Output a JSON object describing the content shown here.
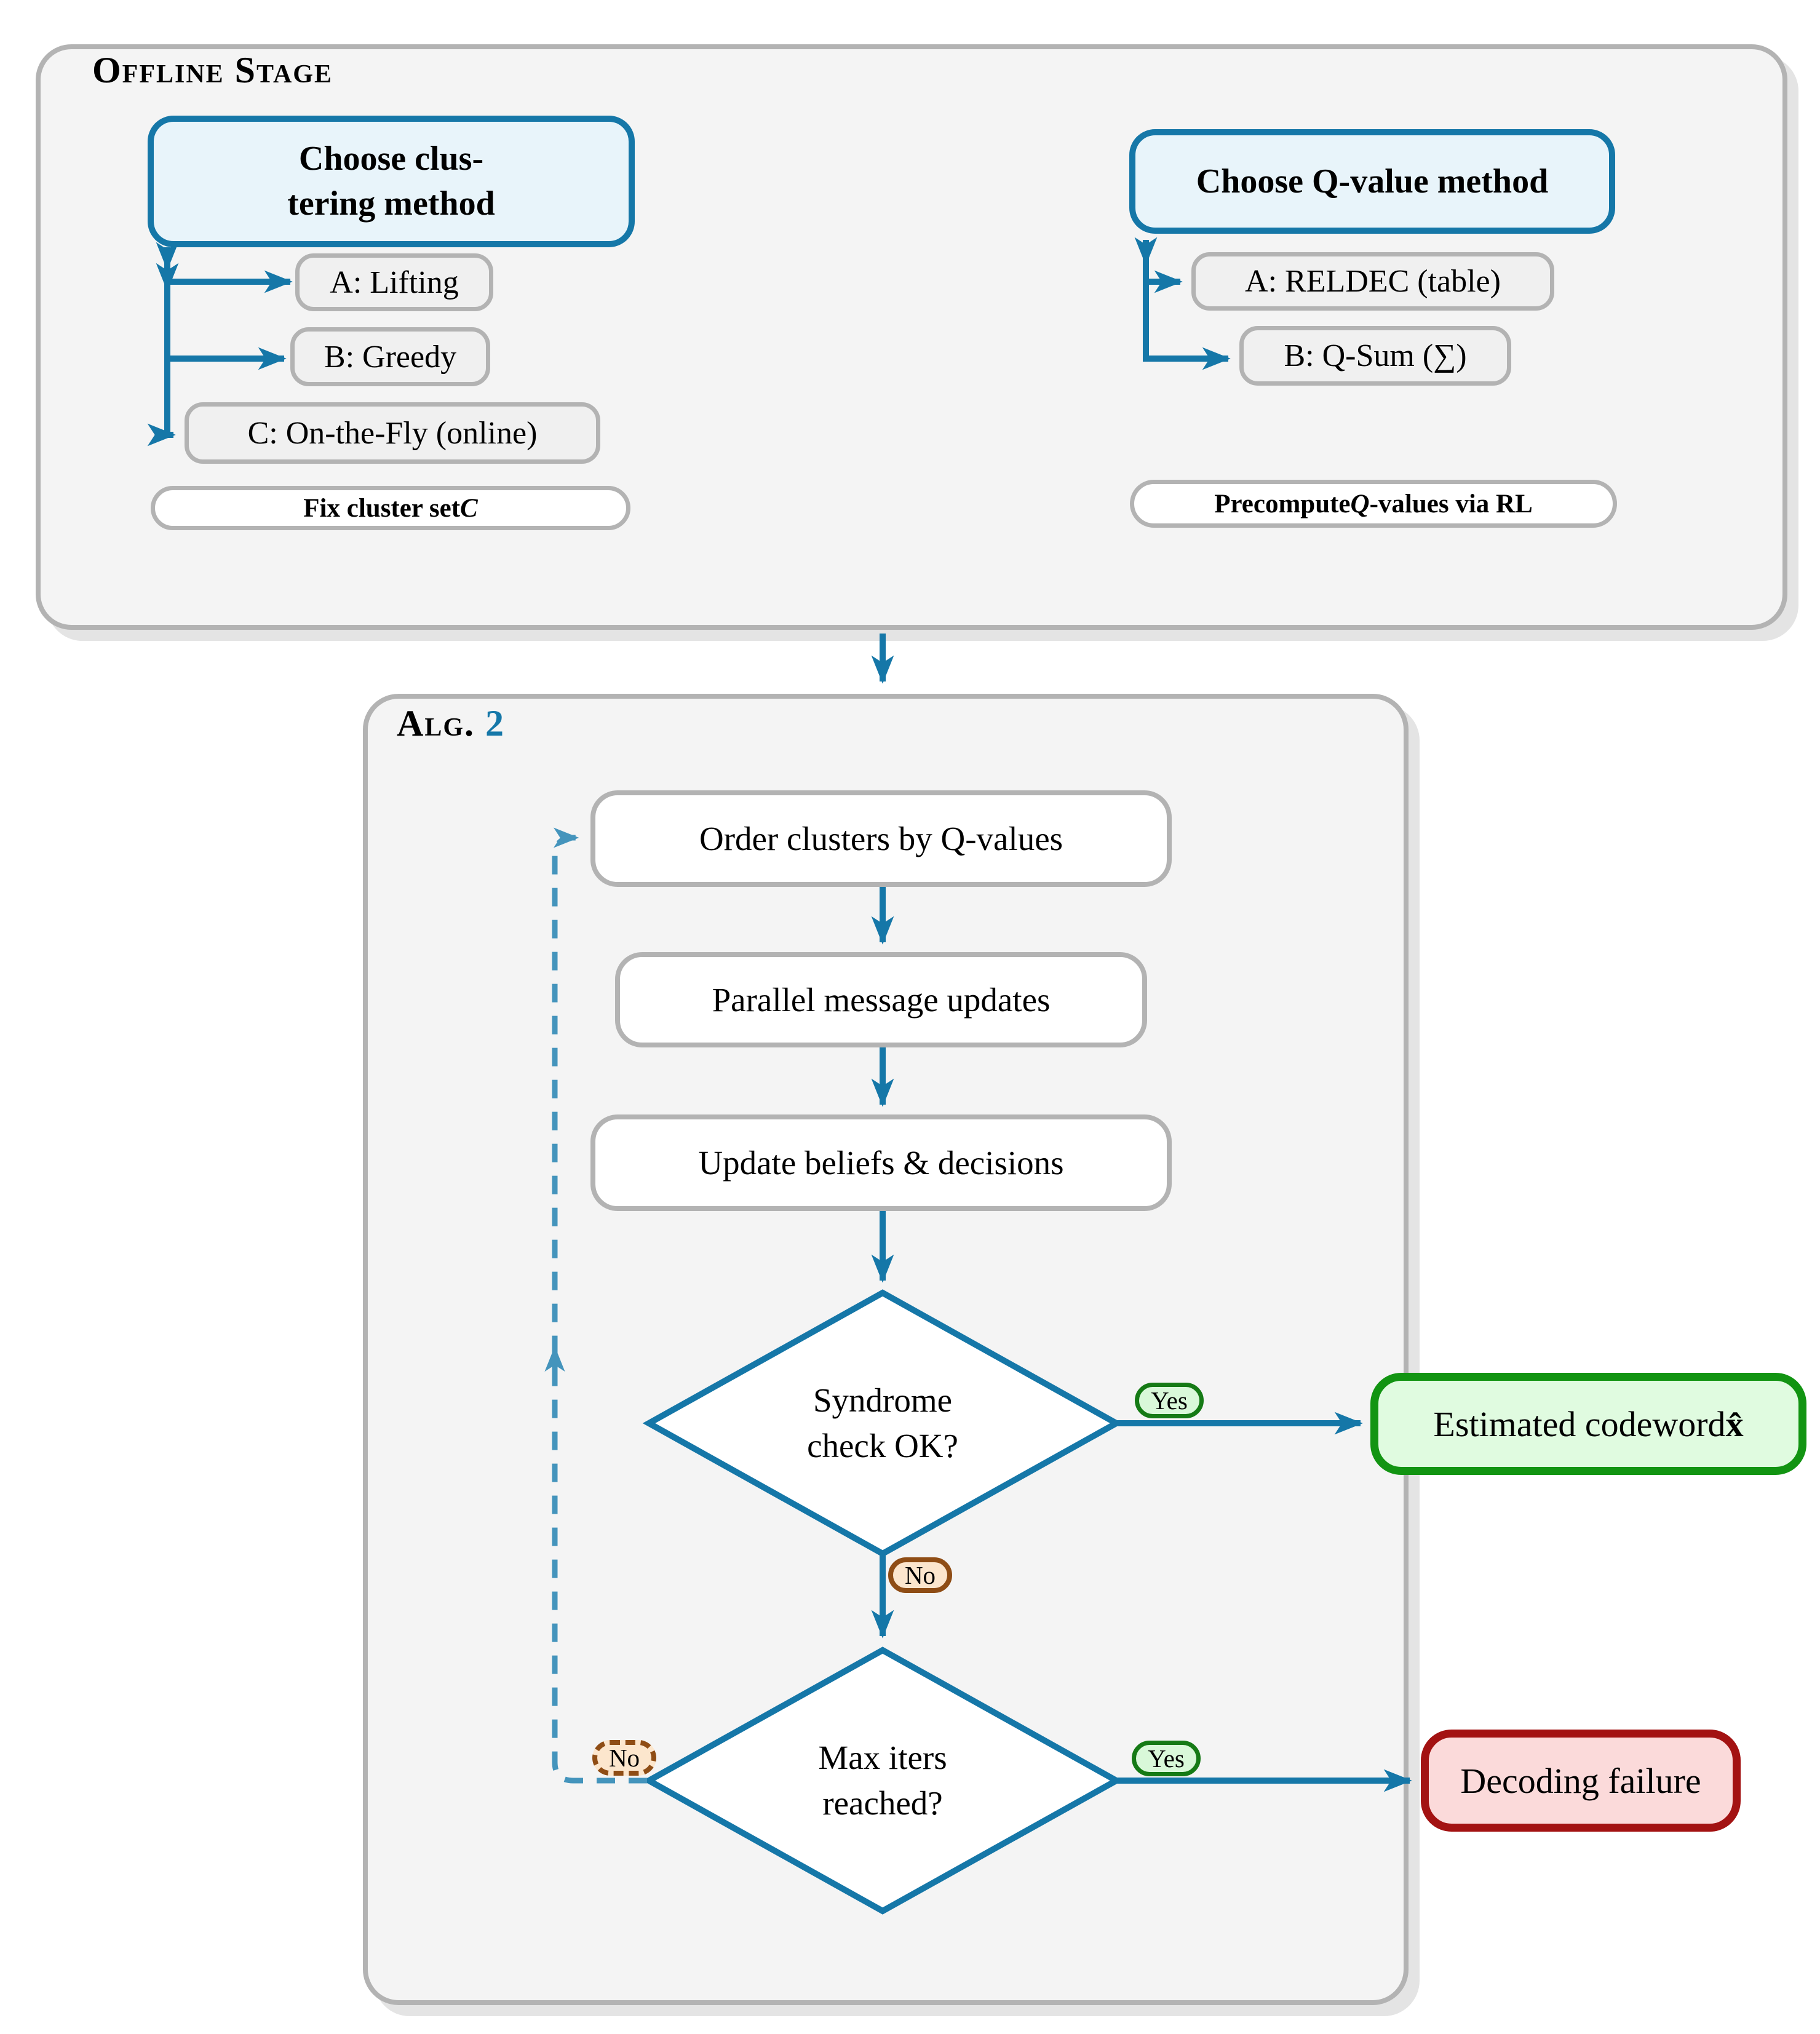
{
  "offline": {
    "title": "Offline Stage",
    "clustering": {
      "title_line1": "Choose clus-",
      "title_line2": "tering method",
      "options": [
        "A: Lifting",
        "B: Greedy",
        "C: On-the-Fly (online)"
      ],
      "note_prefix": "Fix cluster set ",
      "note_symbol": "C"
    },
    "qvalue": {
      "title": "Choose Q-value method",
      "options": [
        "A: RELDEC (table)",
        "B: Q-Sum (∑)"
      ],
      "note_prefix": "Precompute ",
      "note_symbol": "Q",
      "note_suffix": "-values via RL"
    }
  },
  "algorithm": {
    "label": "Alg.",
    "number": "2",
    "steps": [
      "Order clusters by Q-values",
      "Parallel message updates",
      "Update beliefs & decisions"
    ],
    "decision1": {
      "line1": "Syndrome",
      "line2": "check OK?"
    },
    "decision2": {
      "line1": "Max iters",
      "line2": "reached?"
    },
    "yes_label": "Yes",
    "no_label": "No",
    "success_prefix": "Estimated codeword ",
    "success_symbol": "x̂",
    "failure": "Decoding failure"
  },
  "colors": {
    "flow_blue": "#1577a8",
    "loop_blue": "#4494bc",
    "panel_border": "#b3b3b3",
    "light_blue_fill": "#e8f4fa",
    "success_green": "#129412",
    "failure_red": "#a31212",
    "badge_brown": "#8f4d15",
    "yes_fill": "#d9f8d9",
    "no_fill": "#fce6cd"
  }
}
